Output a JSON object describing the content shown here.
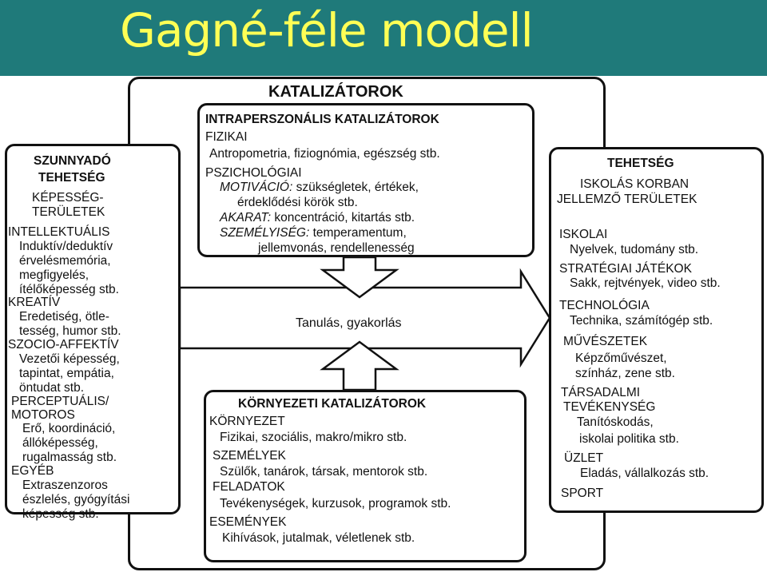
{
  "title": "Gagné-féle modell",
  "katalizatorok": {
    "heading": "KATALIZÁTOROK",
    "intra": {
      "heading": "INTRAPERSZONÁLIS KATALIZÁTOROK",
      "fizikai": "FIZIKAI",
      "fizikai_text": "Antropometria, fiziognómia, egészség stb.",
      "pszich": "PSZICHOLÓGIAI",
      "motivacio_label": "MOTIVÁCIÓ:",
      "motivacio_text": " szükségletek, értékek,",
      "motivacio_text2": "érdeklődési körök stb.",
      "akarat_label": "AKARAT:",
      "akarat_text": " koncentráció, kitartás stb.",
      "szemelyiseg_label": "SZEMÉLYISÉG:",
      "szemelyiseg_text": " temperamentum,",
      "szemelyiseg_text2": "jellemvonás, rendellenesség"
    },
    "learning": "Tanulás, gyakorlás",
    "korny": {
      "heading": "KÖRNYEZETI KATALIZÁTOROK",
      "kornyezet": "KÖRNYEZET",
      "kornyezet_text": "Fizikai, szociális, makro/mikro stb.",
      "szemelyek": "SZEMÉLYEK",
      "szemelyek_text": "Szülők, tanárok, társak, mentorok stb.",
      "feladatok": "FELADATOK",
      "feladatok_text": "Tevékenységek, kurzusok, programok stb.",
      "esemenyek": "ESEMÉNYEK",
      "esemenyek_text": "Kihívások, jutalmak, véletlenek stb."
    }
  },
  "left": {
    "h1": "SZUNNYADÓ",
    "h2": "TEHETSÉG",
    "s1": "KÉPESSÉG-",
    "s2": "TERÜLETEK",
    "intel": "INTELLEKTUÁLIS",
    "intel_1": "Induktív/deduktív",
    "intel_2": "érvelésmemória,",
    "intel_3": "megfigyelés,",
    "intel_4": "ítélőképesség stb.",
    "kreativ": "KREATÍV",
    "kreativ_1": "Eredetiség, ötle-",
    "kreativ_2": "tesség, humor stb.",
    "szocio": "SZOCIO-AFFEKTÍV",
    "szocio_1": "Vezetői képesség,",
    "szocio_2": "tapintat, empátia,",
    "szocio_3": "öntudat stb.",
    "percep": "PERCEPTUÁLIS/",
    "motoros": "MOTOROS",
    "percep_1": "Erő, koordináció,",
    "percep_2": "állóképesség,",
    "percep_3": "rugalmasság stb.",
    "egyeb": "EGYÉB",
    "egyeb_1": "Extraszenzoros",
    "egyeb_2": "észlelés, gyógyítási",
    "egyeb_3": "képesség stb."
  },
  "right": {
    "h1": "TEHETSÉG",
    "s1": "ISKOLÁS KORBAN",
    "s2": "JELLEMZŐ TERÜLETEK",
    "iskolai": "ISKOLAI",
    "iskolai_1": "Nyelvek, tudomány stb.",
    "strat": "STRATÉGIAI JÁTÉKOK",
    "strat_1": "Sakk, rejtvények, video stb.",
    "tech": "TECHNOLÓGIA",
    "tech_1": "Technika, számítógép stb.",
    "muv": "MŰVÉSZETEK",
    "muv_1": "Képzőművészet,",
    "muv_2": "színház, zene stb.",
    "tars": "TÁRSADALMI",
    "tars2": "TEVÉKENYSÉG",
    "tars_1": "Tanítóskodás,",
    "tars_2": "iskolai politika stb.",
    "uzlet": "ÜZLET",
    "uzlet_1": "Eladás, vállalkozás stb.",
    "sport": "SPORT"
  }
}
